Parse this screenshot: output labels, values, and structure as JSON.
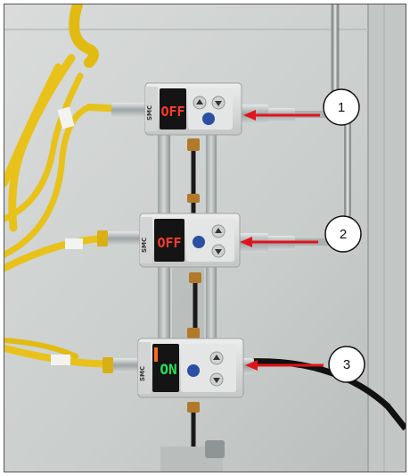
{
  "photo": {
    "sensors": [
      {
        "id": 1,
        "display": "OFF",
        "display_color": "#ff3b2a",
        "callout": "1"
      },
      {
        "id": 2,
        "display": "OFF",
        "display_color": "#ff3b2a",
        "callout": "2"
      },
      {
        "id": 3,
        "display": "ON",
        "display_color": "#27e05a",
        "callout": "3"
      }
    ],
    "brand": "SMC",
    "colors": {
      "cable": "#e8c21a",
      "arrow": "#e0141c",
      "panel": "#cdd1cf",
      "sensor_body": "#dcdedd",
      "display_bg": "#141414"
    }
  }
}
